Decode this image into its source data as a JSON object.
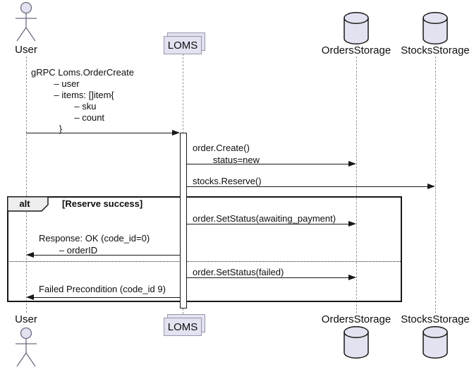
{
  "colors": {
    "shape-fill": "#E2E2F0",
    "shape-border": "#9797ad",
    "actor-stroke": "#6c6c82",
    "line": "#181818",
    "lifeline-gray": "#999999",
    "frame-label-fill": "#EEEEEE"
  },
  "participants": {
    "user": {
      "label": "User",
      "type": "actor"
    },
    "loms": {
      "label": "LOMS",
      "type": "collections"
    },
    "orders": {
      "label": "OrdersStorage",
      "type": "database"
    },
    "stocks": {
      "label": "StocksStorage",
      "type": "database"
    }
  },
  "frame": {
    "operator": "alt",
    "guard": "[Reserve success]"
  },
  "messages": {
    "order_create_rpc": "gRPC Loms.OrderCreate\n         – user\n         – items: []item{\n                 – sku\n                 – count\n           }",
    "order_create_db": "order.Create()\n        status=new",
    "stocks_reserve": "stocks.Reserve()",
    "set_status_awaiting": "order.SetStatus(awaiting_payment)",
    "response_ok": "Response: OK (code_id=0)\n        – orderID",
    "set_status_failed": "order.SetStatus(failed)",
    "failed_precondition": "Failed Precondition (code_id 9)"
  }
}
